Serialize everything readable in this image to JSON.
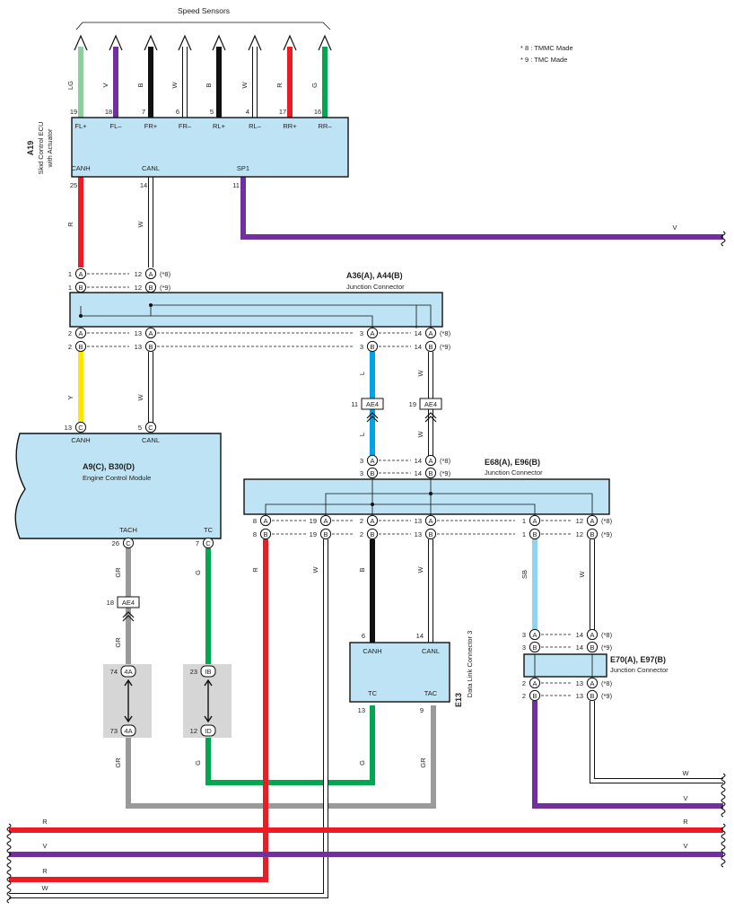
{
  "diagram": {
    "title": "Speed Sensors",
    "notes": [
      "* 8 : TMMC Made",
      "* 9 : TMC Made"
    ],
    "colors": {
      "LG": "#8ecf9e",
      "V": "#7030a0",
      "B": "#111111",
      "W": "#ffffff",
      "R": "#ed1c24",
      "G": "#00a650",
      "L": "#00a2e8",
      "Y": "#ffe600",
      "GR": "#9a9a9a",
      "SB": "#8fd3f0"
    },
    "top_wires": [
      {
        "color": "LG",
        "pin": "19",
        "signal": "FL+"
      },
      {
        "color": "V",
        "pin": "18",
        "signal": "FL–"
      },
      {
        "color": "B",
        "pin": "7",
        "signal": "FR+"
      },
      {
        "color": "W",
        "pin": "6",
        "signal": "FR–"
      },
      {
        "color": "B",
        "pin": "5",
        "signal": "RL+"
      },
      {
        "color": "W",
        "pin": "4",
        "signal": "RL–"
      },
      {
        "color": "R",
        "pin": "17",
        "signal": "RR+"
      },
      {
        "color": "G",
        "pin": "16",
        "signal": "RR–"
      }
    ],
    "skid_ecu": {
      "code": "A19",
      "name1": "Skid Control ECU",
      "name2": "with Actuator",
      "bottom": [
        {
          "signal": "CANH",
          "pin": "25",
          "color": "R"
        },
        {
          "signal": "CANL",
          "pin": "14",
          "color": "W"
        },
        {
          "signal": "SP1",
          "pin": "11",
          "color": "V"
        }
      ]
    },
    "jc1": {
      "code": "A36(A), A44(B)",
      "name": "Junction Connector",
      "top_rows": [
        {
          "l": "1",
          "lc": "A",
          "r": "12",
          "rc": "A",
          "note": "(*8)"
        },
        {
          "l": "1",
          "lc": "B",
          "r": "12",
          "rc": "B",
          "note": "(*9)"
        }
      ],
      "bottom_rows": [
        {
          "a": "2",
          "ac": "A",
          "b": "13",
          "bc": "A",
          "c": "3",
          "cc": "A",
          "d": "14",
          "dc": "A",
          "note": "(*8)"
        },
        {
          "a": "2",
          "ac": "B",
          "b": "13",
          "bc": "B",
          "c": "3",
          "cc": "B",
          "d": "14",
          "dc": "B",
          "note": "(*9)"
        }
      ]
    },
    "ae4": "AE4",
    "ae4_pins": {
      "left": "11",
      "right": "19",
      "tach": "18"
    },
    "ecm": {
      "code": "A9(C), B30(D)",
      "name": "Engine Control Module",
      "top": [
        {
          "signal": "CANH",
          "pin": "13",
          "cc": "C",
          "color": "Y"
        },
        {
          "signal": "CANL",
          "pin": "5",
          "cc": "C",
          "color": "W"
        }
      ],
      "bottom": [
        {
          "signal": "TACH",
          "pin": "26",
          "cc": "C",
          "color": "GR"
        },
        {
          "signal": "TC",
          "pin": "7",
          "cc": "C",
          "color": "G"
        }
      ]
    },
    "jc2": {
      "code": "E68(A), E96(B)",
      "name": "Junction Connector",
      "top_rows": [
        {
          "l": "3",
          "lc": "A",
          "r": "14",
          "rc": "A",
          "note": "(*8)"
        },
        {
          "l": "3",
          "lc": "B",
          "r": "14",
          "rc": "B",
          "note": "(*9)"
        }
      ],
      "bottom_rows": [
        {
          "p": [
            "8",
            "19",
            "2",
            "13",
            "1",
            "12"
          ],
          "c": "A",
          "note": "(*8)"
        },
        {
          "p": [
            "8",
            "19",
            "2",
            "13",
            "1",
            "12"
          ],
          "c": "B",
          "note": "(*9)"
        }
      ]
    },
    "dlc": {
      "code": "E13",
      "name": "Data Link Connector 3",
      "top": [
        {
          "signal": "CANH",
          "pin": "6"
        },
        {
          "signal": "CANL",
          "pin": "14"
        }
      ],
      "bottom": [
        {
          "signal": "TC",
          "pin": "13"
        },
        {
          "signal": "TAC",
          "pin": "9"
        }
      ]
    },
    "jc3": {
      "code": "E70(A), E97(B)",
      "name": "Junction Connector",
      "rows": [
        {
          "l": "3",
          "lc": "A",
          "r": "14",
          "rc": "A",
          "note": "(*8)"
        },
        {
          "l": "3",
          "lc": "B",
          "r": "14",
          "rc": "B",
          "note": "(*9)"
        },
        {
          "l": "2",
          "lc": "A",
          "r": "13",
          "rc": "A",
          "note": "(*8)"
        },
        {
          "l": "2",
          "lc": "B",
          "r": "13",
          "rc": "B",
          "note": "(*9)"
        }
      ]
    },
    "links": [
      {
        "top_pin": "74",
        "top_code": "4A",
        "bot_pin": "73",
        "bot_code": "4A"
      },
      {
        "top_pin": "23",
        "top_code": "IB",
        "bot_pin": "12",
        "bot_code": "ID"
      }
    ],
    "wire_labels": {
      "canh_skid": "R",
      "canl_skid": "W",
      "sp1": "V",
      "ecm_canh": "Y",
      "ecm_canl": "W",
      "ae4_l1": "L",
      "ae4_l2": "L",
      "ae4_w1": "W",
      "ae4_w2": "W",
      "tach1": "GR",
      "tach2": "GR",
      "tach3": "GR",
      "tc1": "G",
      "tc2": "G",
      "jc2_r": "R",
      "jc2_w": "W",
      "jc2_b": "B",
      "jc2_w2": "W",
      "jc2_sb": "SB",
      "jc2_w3": "W",
      "dlc_g": "G",
      "dlc_gr": "GR",
      "out_w": "W",
      "out_v": "V"
    },
    "bottom_buses": [
      {
        "color": "R",
        "label_left": "R",
        "label_right": "R"
      },
      {
        "color": "V",
        "label_left": "V",
        "label_right": "V"
      },
      {
        "color": "R",
        "label_left": "R",
        "label_right": ""
      },
      {
        "color": "W",
        "label_left": "W",
        "label_right": ""
      }
    ]
  }
}
